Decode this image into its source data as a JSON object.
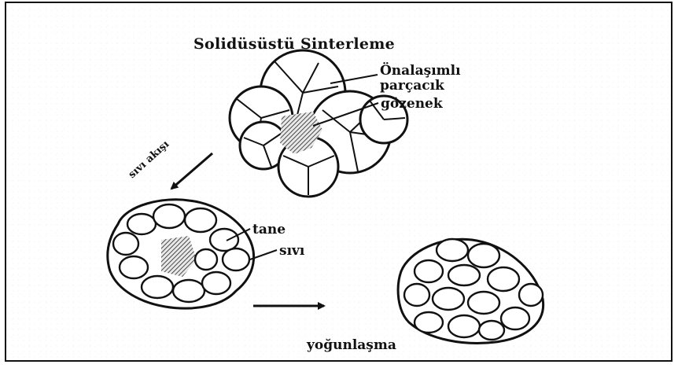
{
  "title": "Solidüsüstü Sinterleme",
  "labels": {
    "prealloyed_1": "Önalaşımlı",
    "prealloyed_2": "parçacık",
    "pore": "gözenek",
    "liquid_flow": "sıvı akışı",
    "grain": "tane",
    "liquid": "sıvı",
    "densification": "yoğunlaşma"
  },
  "colors": {
    "ink": "#111111",
    "background": "#ffffff"
  }
}
